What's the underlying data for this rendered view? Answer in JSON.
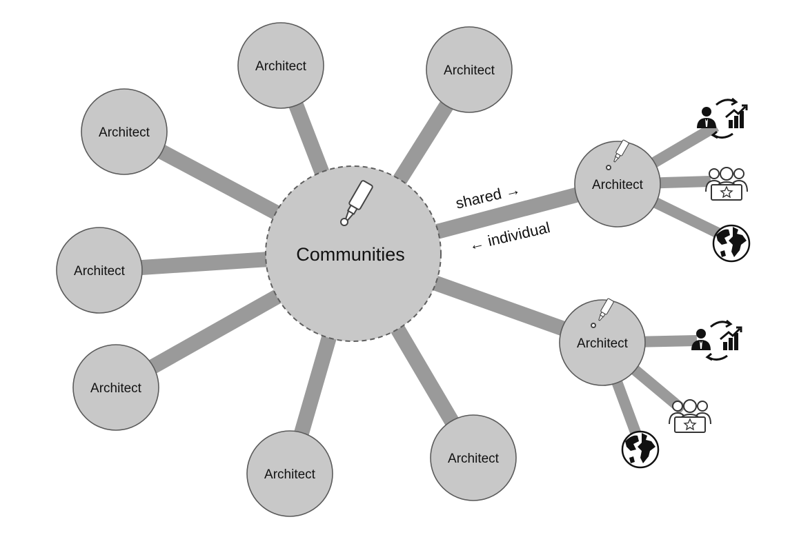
{
  "hub": {
    "label": "Communities",
    "icon": "glue-tube-icon"
  },
  "architect_label": "Architect",
  "flow": {
    "shared": "shared →",
    "individual": "← individual"
  },
  "colors": {
    "node_fill": "#c8c8c8",
    "spoke": "#9a9a9a",
    "outline": "#5a5a5a"
  },
  "icons": [
    "team-growth-icon",
    "team-presentation-icon",
    "globe-icon",
    "glue-tube-icon"
  ]
}
